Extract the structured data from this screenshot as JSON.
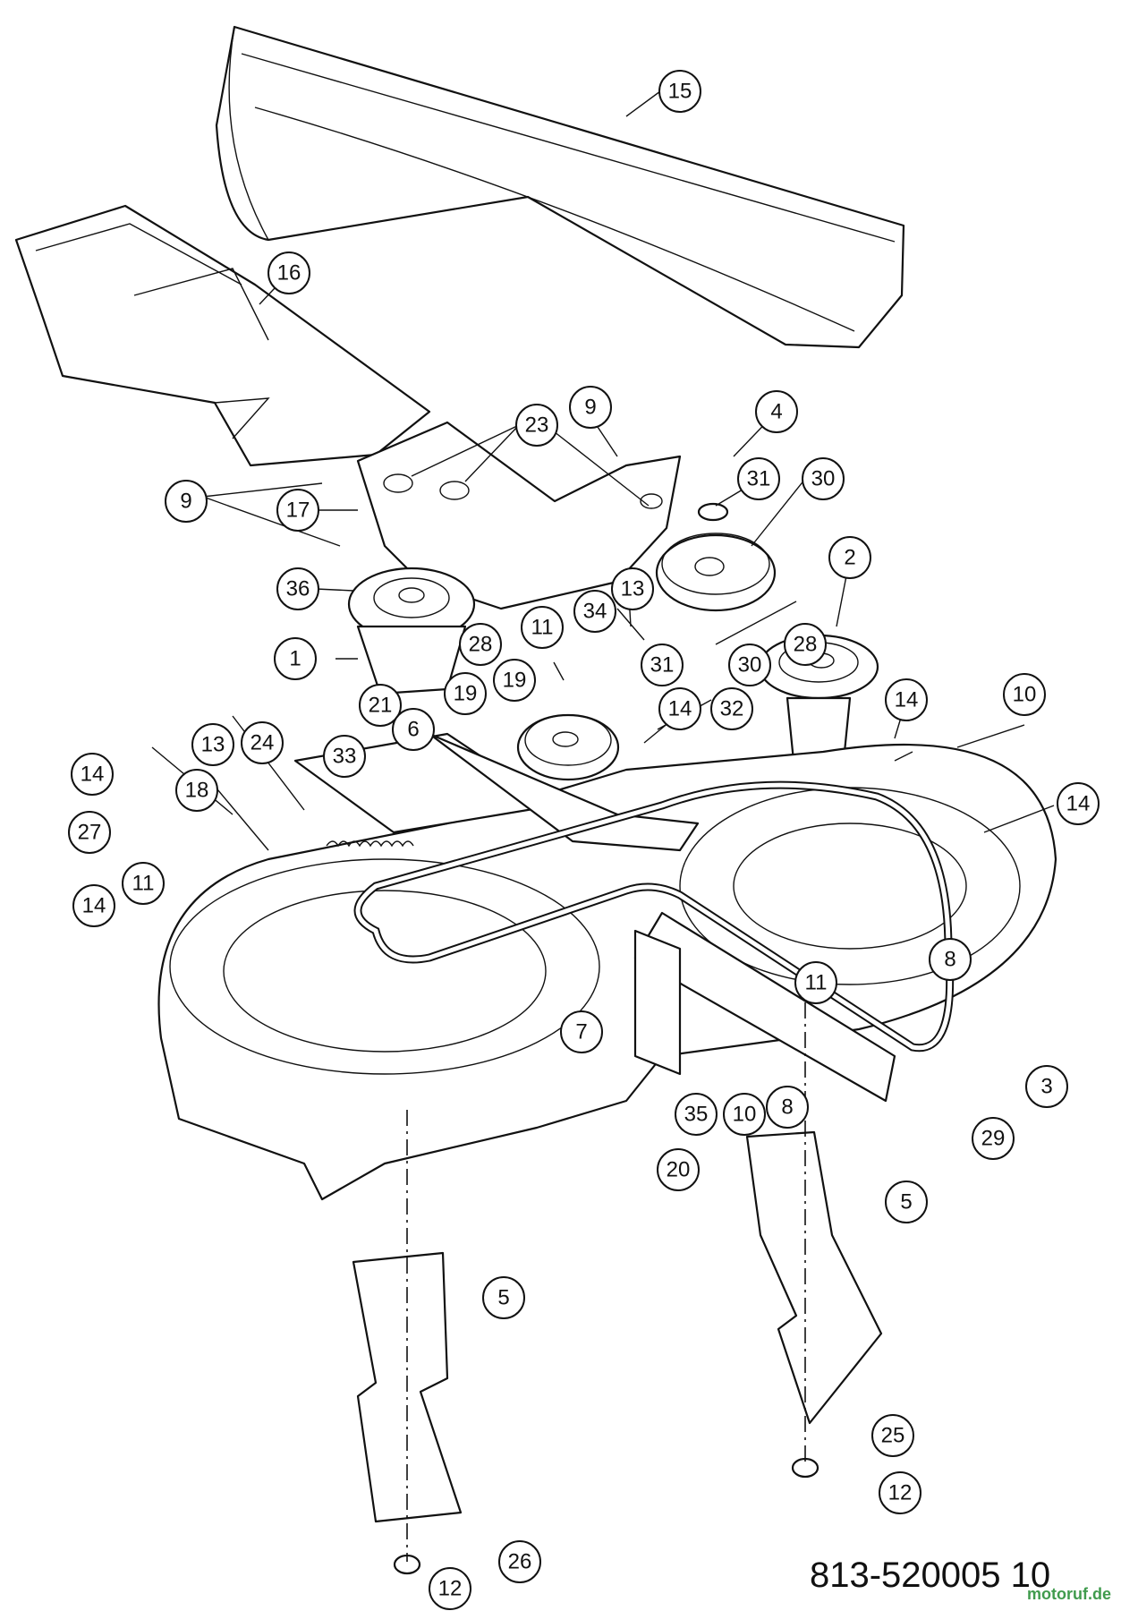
{
  "document": {
    "part_number": "813-520005 10",
    "watermark": "motoruf.de"
  },
  "callouts": [
    "15",
    "16",
    "9",
    "23",
    "4",
    "9",
    "17",
    "31",
    "30",
    "36",
    "13",
    "2",
    "28",
    "34",
    "1",
    "11",
    "28",
    "30",
    "19",
    "31",
    "19",
    "14",
    "32",
    "14",
    "10",
    "21",
    "6",
    "13",
    "24",
    "33",
    "14",
    "18",
    "27",
    "14",
    "11",
    "14",
    "8",
    "11",
    "7",
    "35",
    "10",
    "8",
    "20",
    "3",
    "29",
    "5",
    "5",
    "25",
    "12",
    "26",
    "12"
  ]
}
